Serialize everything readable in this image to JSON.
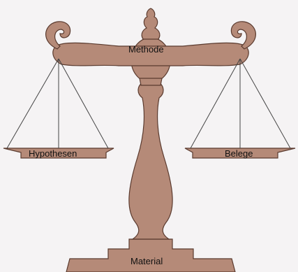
{
  "labels": {
    "beam": "Methode",
    "left_pan": "Hypothesen",
    "right_pan": "Belege",
    "base": "Material"
  },
  "colors": {
    "body": "#b58a78",
    "outline": "#5a3a2e",
    "strings": "#444444",
    "background": "#f5f3f4"
  }
}
